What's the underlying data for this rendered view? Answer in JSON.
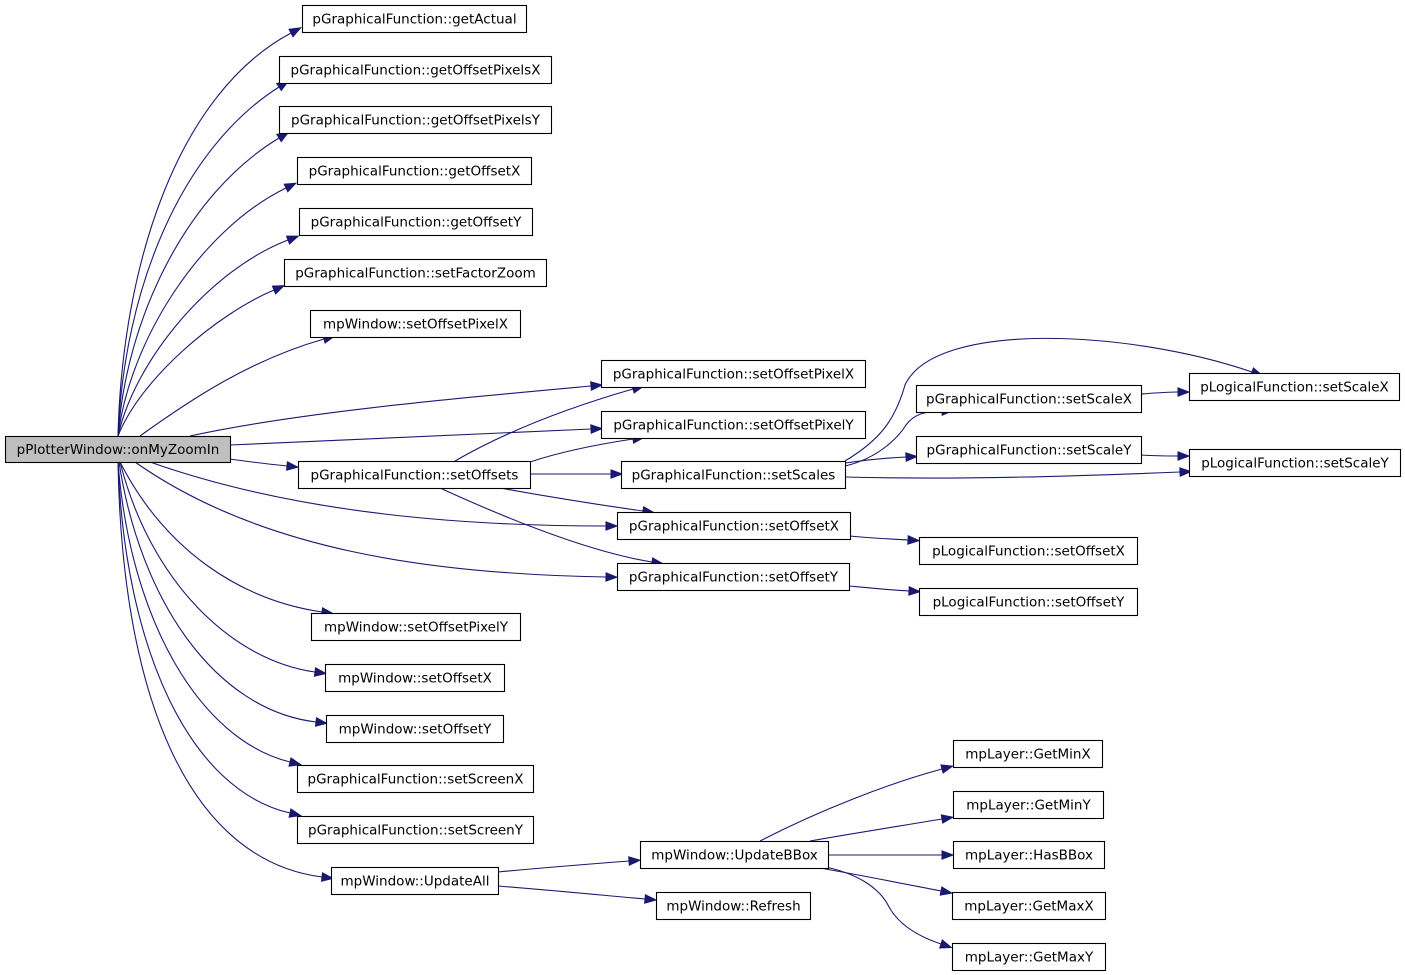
{
  "nodes": [
    {
      "id": "root",
      "label": "pPlotterWindow::onMyZoomIn",
      "root": true
    },
    {
      "id": "getActual",
      "label": "pGraphicalFunction::getActual"
    },
    {
      "id": "getOffsetPixelsX",
      "label": "pGraphicalFunction::getOffsetPixelsX"
    },
    {
      "id": "getOffsetPixelsY",
      "label": "pGraphicalFunction::getOffsetPixelsY"
    },
    {
      "id": "getOffsetX",
      "label": "pGraphicalFunction::getOffsetX"
    },
    {
      "id": "getOffsetY",
      "label": "pGraphicalFunction::getOffsetY"
    },
    {
      "id": "setFactorZoom",
      "label": "pGraphicalFunction::setFactorZoom"
    },
    {
      "id": "mpSetOffsetPixelX",
      "label": "mpWindow::setOffsetPixelX"
    },
    {
      "id": "pgSetOffsetPixelX",
      "label": "pGraphicalFunction::setOffsetPixelX"
    },
    {
      "id": "pgSetOffsetPixelY",
      "label": "pGraphicalFunction::setOffsetPixelY"
    },
    {
      "id": "setOffsets",
      "label": "pGraphicalFunction::setOffsets"
    },
    {
      "id": "setScales",
      "label": "pGraphicalFunction::setScales"
    },
    {
      "id": "pgSetOffsetX",
      "label": "pGraphicalFunction::setOffsetX"
    },
    {
      "id": "pgSetOffsetY",
      "label": "pGraphicalFunction::setOffsetY"
    },
    {
      "id": "pgSetScaleX",
      "label": "pGraphicalFunction::setScaleX"
    },
    {
      "id": "pgSetScaleY",
      "label": "pGraphicalFunction::setScaleY"
    },
    {
      "id": "plSetScaleX",
      "label": "pLogicalFunction::setScaleX"
    },
    {
      "id": "plSetScaleY",
      "label": "pLogicalFunction::setScaleY"
    },
    {
      "id": "plSetOffsetX",
      "label": "pLogicalFunction::setOffsetX"
    },
    {
      "id": "plSetOffsetY",
      "label": "pLogicalFunction::setOffsetY"
    },
    {
      "id": "mpSetOffsetPixelY",
      "label": "mpWindow::setOffsetPixelY"
    },
    {
      "id": "mpSetOffsetX",
      "label": "mpWindow::setOffsetX"
    },
    {
      "id": "mpSetOffsetY",
      "label": "mpWindow::setOffsetY"
    },
    {
      "id": "setScreenX",
      "label": "pGraphicalFunction::setScreenX"
    },
    {
      "id": "setScreenY",
      "label": "pGraphicalFunction::setScreenY"
    },
    {
      "id": "updateAll",
      "label": "mpWindow::UpdateAll"
    },
    {
      "id": "updateBBox",
      "label": "mpWindow::UpdateBBox"
    },
    {
      "id": "refresh",
      "label": "mpWindow::Refresh"
    },
    {
      "id": "getMinX",
      "label": "mpLayer::GetMinX"
    },
    {
      "id": "getMinY",
      "label": "mpLayer::GetMinY"
    },
    {
      "id": "hasBBox",
      "label": "mpLayer::HasBBox"
    },
    {
      "id": "getMaxX",
      "label": "mpLayer::GetMaxX"
    },
    {
      "id": "getMaxY",
      "label": "mpLayer::GetMaxY"
    }
  ],
  "edges": [
    {
      "from": "root",
      "to": "getActual"
    },
    {
      "from": "root",
      "to": "getOffsetPixelsX"
    },
    {
      "from": "root",
      "to": "getOffsetPixelsY"
    },
    {
      "from": "root",
      "to": "getOffsetX"
    },
    {
      "from": "root",
      "to": "getOffsetY"
    },
    {
      "from": "root",
      "to": "setFactorZoom"
    },
    {
      "from": "root",
      "to": "mpSetOffsetPixelX"
    },
    {
      "from": "root",
      "to": "pgSetOffsetPixelX"
    },
    {
      "from": "root",
      "to": "pgSetOffsetPixelY"
    },
    {
      "from": "root",
      "to": "setOffsets"
    },
    {
      "from": "root",
      "to": "pgSetOffsetX"
    },
    {
      "from": "root",
      "to": "pgSetOffsetY"
    },
    {
      "from": "root",
      "to": "mpSetOffsetPixelY"
    },
    {
      "from": "root",
      "to": "mpSetOffsetX"
    },
    {
      "from": "root",
      "to": "mpSetOffsetY"
    },
    {
      "from": "root",
      "to": "setScreenX"
    },
    {
      "from": "root",
      "to": "setScreenY"
    },
    {
      "from": "root",
      "to": "updateAll"
    },
    {
      "from": "setOffsets",
      "to": "pgSetOffsetPixelX"
    },
    {
      "from": "setOffsets",
      "to": "pgSetOffsetPixelY"
    },
    {
      "from": "setOffsets",
      "to": "setScales"
    },
    {
      "from": "setOffsets",
      "to": "pgSetOffsetX"
    },
    {
      "from": "setOffsets",
      "to": "pgSetOffsetY"
    },
    {
      "from": "setScales",
      "to": "plSetScaleX"
    },
    {
      "from": "setScales",
      "to": "pgSetScaleX"
    },
    {
      "from": "setScales",
      "to": "pgSetScaleY"
    },
    {
      "from": "setScales",
      "to": "plSetScaleY"
    },
    {
      "from": "pgSetScaleX",
      "to": "plSetScaleX"
    },
    {
      "from": "pgSetScaleY",
      "to": "plSetScaleY"
    },
    {
      "from": "pgSetOffsetX",
      "to": "plSetOffsetX"
    },
    {
      "from": "pgSetOffsetY",
      "to": "plSetOffsetY"
    },
    {
      "from": "updateAll",
      "to": "updateBBox"
    },
    {
      "from": "updateAll",
      "to": "refresh"
    },
    {
      "from": "updateBBox",
      "to": "getMinX"
    },
    {
      "from": "updateBBox",
      "to": "getMinY"
    },
    {
      "from": "updateBBox",
      "to": "hasBBox"
    },
    {
      "from": "updateBBox",
      "to": "getMaxX"
    },
    {
      "from": "updateBBox",
      "to": "getMaxY"
    }
  ]
}
